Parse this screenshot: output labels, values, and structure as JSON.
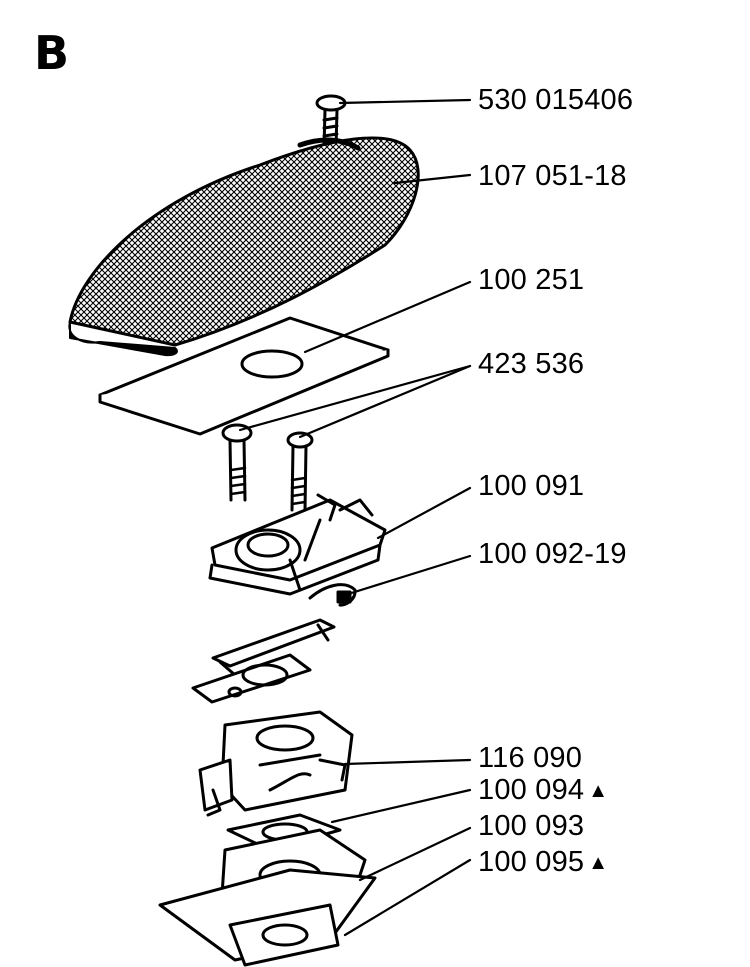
{
  "section_letter": "B",
  "callouts": [
    {
      "part_number": "530 015406"
    },
    {
      "part_number": "107 051-18"
    },
    {
      "part_number": "100 251"
    },
    {
      "part_number": "423 536"
    },
    {
      "part_number": "100 091"
    },
    {
      "part_number": "100 092-19"
    },
    {
      "part_number": "116 090"
    },
    {
      "part_number": "100 094",
      "marker": "▲"
    },
    {
      "part_number": "100 093"
    },
    {
      "part_number": "100 095",
      "marker": "▲"
    }
  ],
  "colors": {
    "ink": "#000000",
    "background": "#ffffff"
  }
}
